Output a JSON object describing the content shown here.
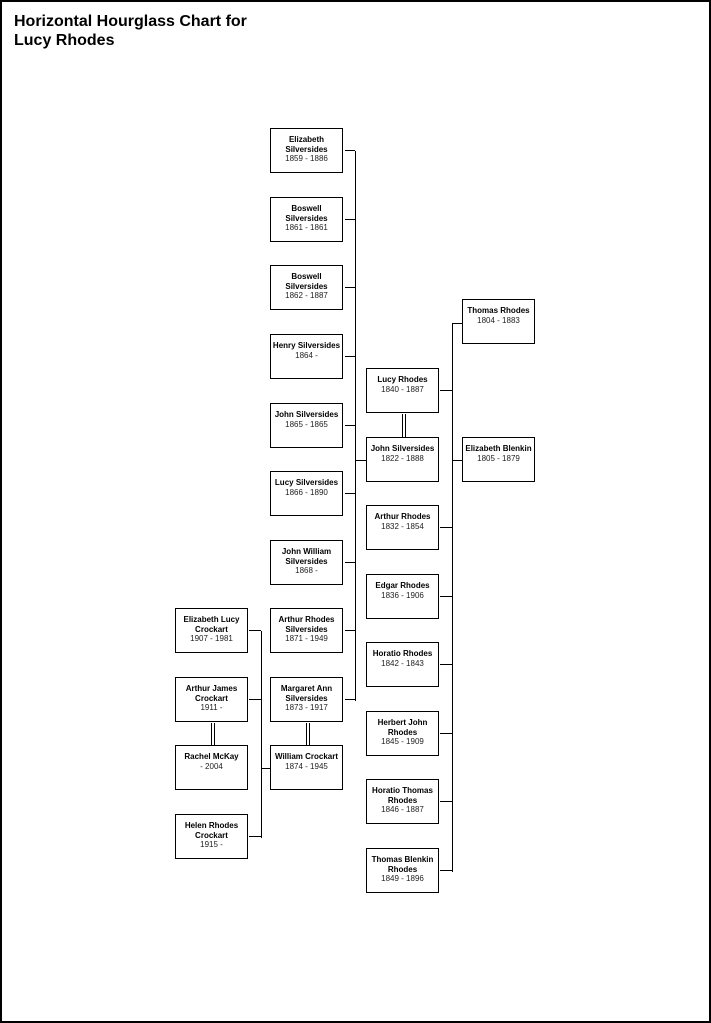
{
  "title": "Horizontal Hourglass Chart for Lucy Rhodes",
  "people": [
    {
      "name": "Elizabeth Silversides",
      "dates": "1859 - 1886"
    },
    {
      "name": "Boswell Silversides",
      "dates": "1861 - 1861"
    },
    {
      "name": "Boswell Silversides",
      "dates": "1862 - 1887"
    },
    {
      "name": "Henry Silversides",
      "dates": "1864 -"
    },
    {
      "name": "John Silversides",
      "dates": "1865 - 1865"
    },
    {
      "name": "Lucy Silversides",
      "dates": "1866 - 1890"
    },
    {
      "name": "John William Silversides",
      "dates": "1868 -"
    },
    {
      "name": "Arthur Rhodes Silversides",
      "dates": "1871 - 1949"
    },
    {
      "name": "Margaret Ann Silversides",
      "dates": "1873 - 1917"
    },
    {
      "name": "William Crockart",
      "dates": "1874 - 1945"
    },
    {
      "name": "Elizabeth Lucy Crockart",
      "dates": "1907 - 1981"
    },
    {
      "name": "Arthur James Crockart",
      "dates": "1911 -"
    },
    {
      "name": "Rachel McKay",
      "dates": "- 2004"
    },
    {
      "name": "Helen Rhodes Crockart",
      "dates": "1915 -"
    },
    {
      "name": "Lucy Rhodes",
      "dates": "1840 - 1887"
    },
    {
      "name": "John Silversides",
      "dates": "1822 - 1888"
    },
    {
      "name": "Arthur Rhodes",
      "dates": "1832 - 1854"
    },
    {
      "name": "Edgar Rhodes",
      "dates": "1836 - 1906"
    },
    {
      "name": "Horatio Rhodes",
      "dates": "1842 - 1843"
    },
    {
      "name": "Herbert John Rhodes",
      "dates": "1845 - 1909"
    },
    {
      "name": "Horatio Thomas Rhodes",
      "dates": "1846 - 1887"
    },
    {
      "name": "Thomas Blenkin Rhodes",
      "dates": "1849 - 1896"
    },
    {
      "name": "Thomas Rhodes",
      "dates": "1804 - 1883"
    },
    {
      "name": "Elizabeth Blenkin",
      "dates": "1805 - 1879"
    }
  ]
}
